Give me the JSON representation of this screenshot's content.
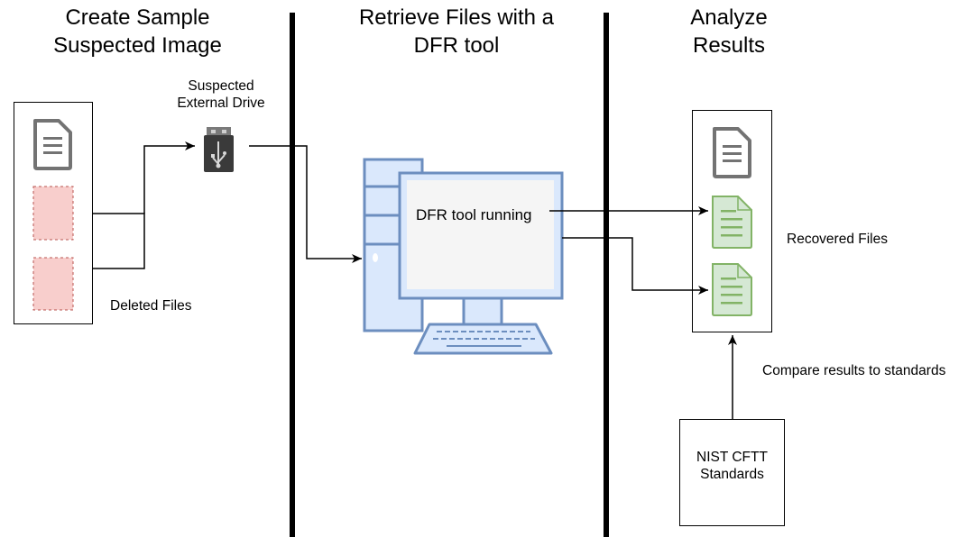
{
  "phases": [
    {
      "line1": "Create Sample",
      "line2": "Suspected Image"
    },
    {
      "line1": "Retrieve Files with a",
      "line2": "DFR tool"
    },
    {
      "line1": "Analyze",
      "line2": "Results"
    }
  ],
  "drive": {
    "line1": "Suspected",
    "line2": "External Drive",
    "icon": "usb-drive-icon"
  },
  "deleted_files_label": "Deleted Files",
  "screen_text": "DFR tool running",
  "recovered_files_label": "Recovered Files",
  "compare_label": "Compare results to standards",
  "standards": {
    "line1": "NIST CFTT",
    "line2": "Standards"
  },
  "colors": {
    "document_gray": "#737373",
    "deleted_fill": "#f8cecc",
    "deleted_stroke": "#b85450",
    "recovered_fill": "#d5e8d4",
    "recovered_stroke": "#82b366",
    "computer_fill": "#dae8fc",
    "computer_stroke": "#6c8ebf",
    "screen_fill": "#f5f5f5"
  }
}
